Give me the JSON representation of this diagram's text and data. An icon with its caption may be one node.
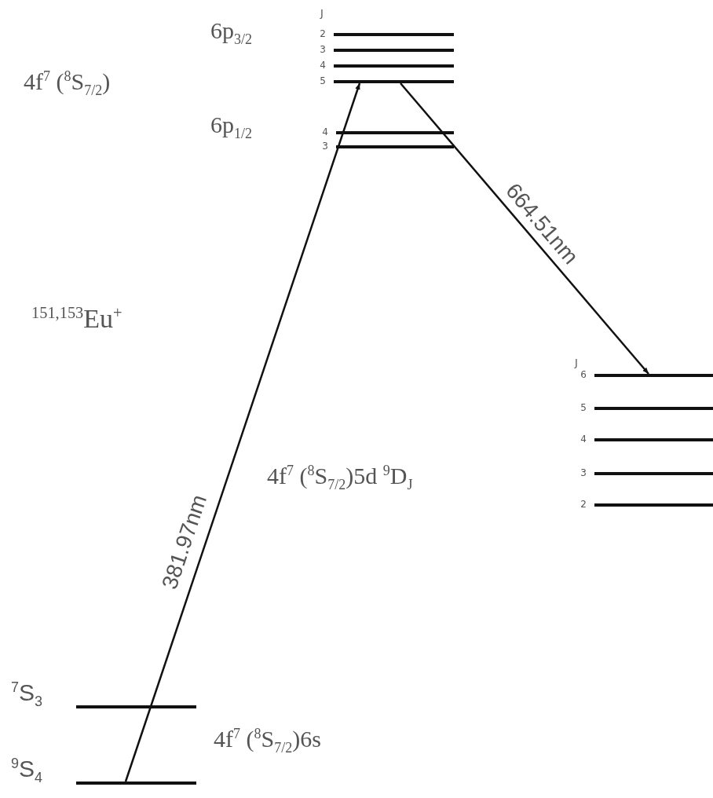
{
  "diagram": {
    "nodes": [
      {
        "text": [],
        "shape": "bar",
        "beside": [
          "2"
        ]
      },
      {
        "text": [],
        "shape": "bar",
        "beside": [
          "3"
        ]
      },
      {
        "text": [],
        "shape": "bar",
        "beside": [
          "4"
        ]
      },
      {
        "text": [],
        "shape": "bar",
        "beside": [
          "5"
        ]
      },
      {
        "text": [],
        "shape": "bar",
        "beside": [
          "4"
        ]
      },
      {
        "text": [],
        "shape": "bar",
        "beside": [
          "3"
        ]
      },
      {
        "text": [],
        "shape": "bar",
        "beside": [
          "6"
        ]
      },
      {
        "text": [],
        "shape": "bar",
        "beside": [
          "5"
        ]
      },
      {
        "text": [],
        "shape": "bar",
        "beside": [
          "4"
        ]
      },
      {
        "text": [],
        "shape": "bar",
        "beside": [
          "3"
        ]
      },
      {
        "text": [],
        "shape": "bar",
        "beside": [
          "2"
        ]
      },
      {
        "text": [],
        "shape": "bar",
        "beside": [
          "$^{7}$S$_{3}$"
        ]
      },
      {
        "text": [],
        "shape": "bar",
        "beside": [
          "$^{9}$S$_{4}$"
        ]
      }
    ],
    "edges": [
      {
        "from": 12,
        "to": 3,
        "arrow": "to",
        "label": "381.97nm"
      },
      {
        "from": 3,
        "to": 6,
        "arrow": "to",
        "label": "664.51nm"
      }
    ],
    "labels": [
      "J",
      "6p$_{3/2}$",
      "4f$^{7}$ ($^{8}$S$_{7/2}$)",
      "6p$_{1/2}$",
      "$^{151,153}$Eu$^{+}$",
      "J",
      "4f$^{7}$ ($^{8}$S$_{7/2}$)5d $^{9}$D$_{J}$",
      "4f$^{7}$ ($^{8}$S$_{7/2}$)6s"
    ]
  }
}
